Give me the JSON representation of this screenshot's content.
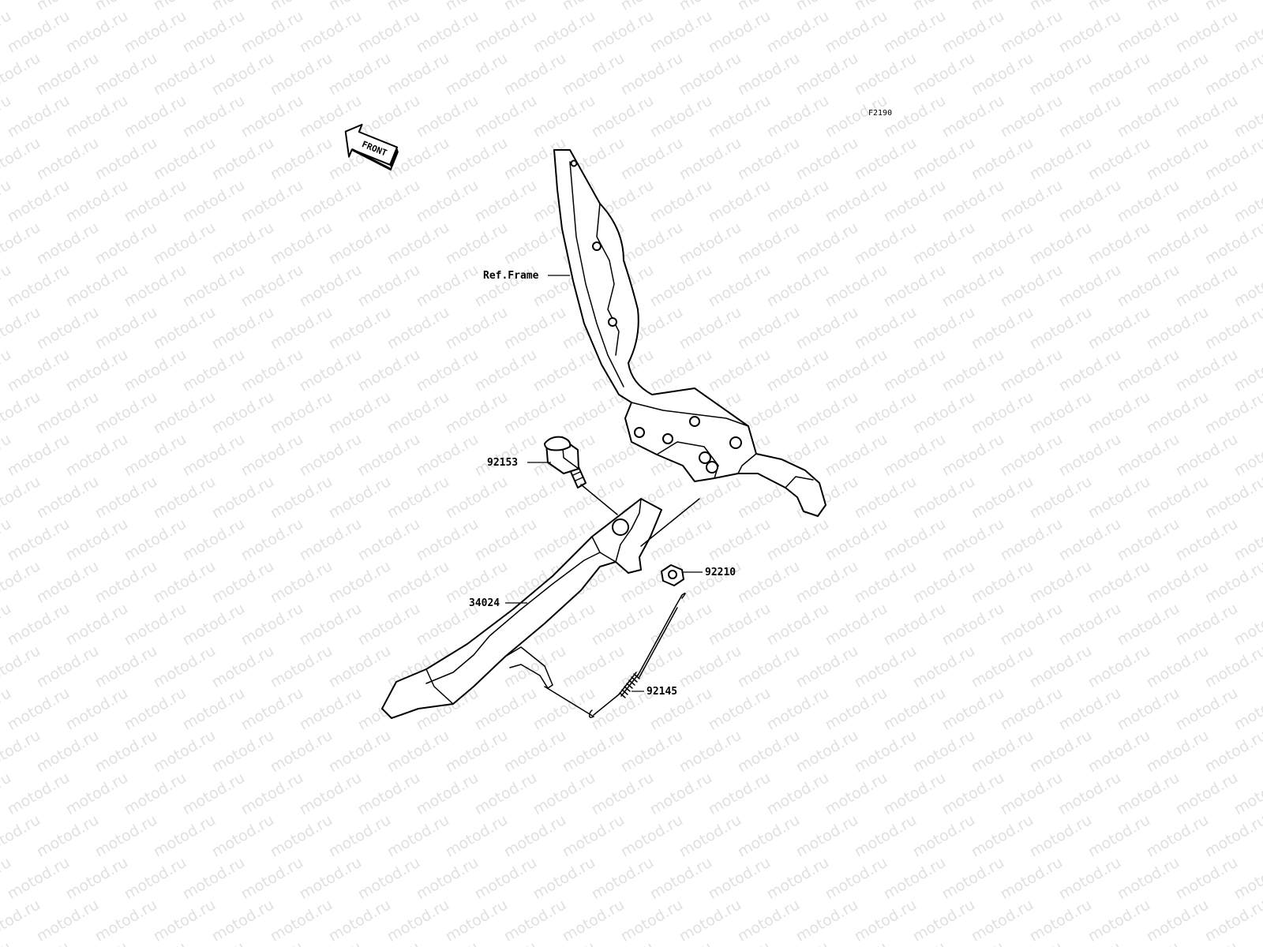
{
  "diagram": {
    "code": "F2190",
    "front_label": "FRONT",
    "watermark": "motod.ru",
    "parts": {
      "frame": "Ref.Frame",
      "bolt": "92153",
      "nut": "92210",
      "stand": "34024",
      "spring": "92145"
    }
  }
}
